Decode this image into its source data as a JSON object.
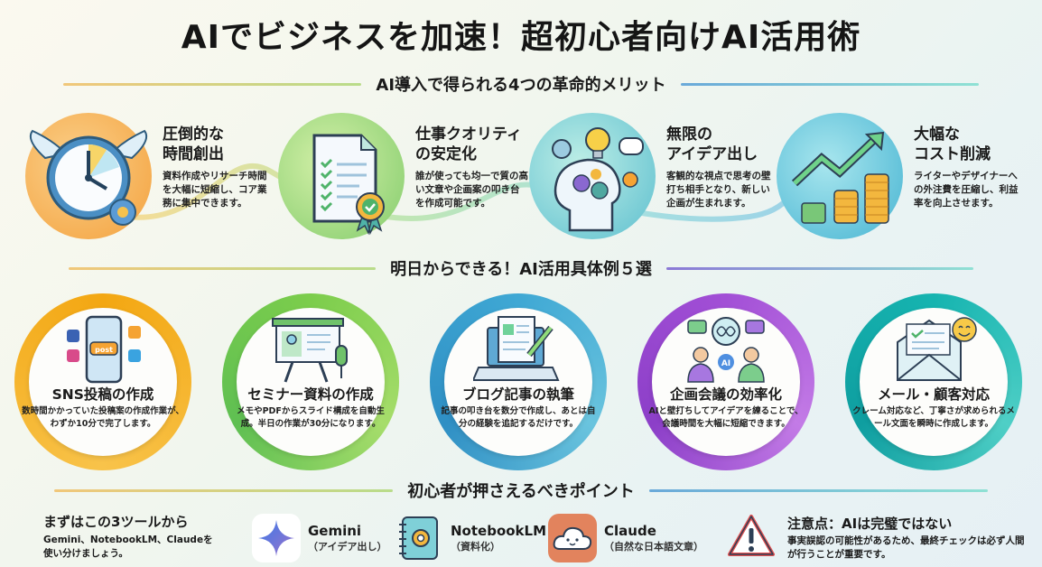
{
  "title": "AIでビジネスを加速！超初心者向けAI活用術",
  "sections": {
    "merits_heading": "AI導入で得られる4つの革命的メリット",
    "cases_heading": "明日からできる！AI活用具体例５選",
    "points_heading": "初心者が押さえるべきポイント"
  },
  "merits": [
    {
      "icon": "winged-clock-icon",
      "title1": "圧倒的な",
      "title2": "時間創出",
      "desc": "資料作成やリサーチ時間を大幅に短縮し、コア業務に集中できます。",
      "color": "#f5a33a"
    },
    {
      "icon": "checklist-document-icon",
      "title1": "仕事クオリティ",
      "title2": "の安定化",
      "desc": "誰が使っても均一で質の高い文章や企画案の叩き台を作成可能です。",
      "color": "#8fd36a"
    },
    {
      "icon": "idea-head-icon",
      "title1": "無限の",
      "title2": "アイデア出し",
      "desc": "客観的な視点で思考の壁打ち相手となり、新しい企画が生まれます。",
      "color": "#5fc6c9"
    },
    {
      "icon": "growth-coins-icon",
      "title1": "大幅な",
      "title2": "コスト削減",
      "desc": "ライターやデザイナーへの外注費を圧縮し、利益率を向上させます。",
      "color": "#4cb9d8"
    }
  ],
  "cases": [
    {
      "icon": "sns-phone-icon",
      "title": "SNS投稿の作成",
      "desc": "数時間かかっていた投稿案の作成作業が、わずか10分で完了します。",
      "color": "#f3a712",
      "badge": "post"
    },
    {
      "icon": "presentation-icon",
      "title": "セミナー資料の作成",
      "desc": "メモやPDFからスライド構成を自動生成。半日の作業が30分になります。",
      "color": "#7ccd4c"
    },
    {
      "icon": "laptop-blog-icon",
      "title": "ブログ記事の執筆",
      "desc": "記事の叩き台を数分で作成し、あとは自分の経験を追記するだけです。",
      "color": "#3fa8d4"
    },
    {
      "icon": "meeting-ai-icon",
      "title": "企画会議の効率化",
      "desc": "AIと壁打ちしてアイデアを練ることで、会議時間を大幅に短縮できます。",
      "color": "#a24fd6",
      "badge": "AI"
    },
    {
      "icon": "email-smile-icon",
      "title": "メール・顧客対応",
      "desc": "クレーム対応など、丁寧さが求められるメール文面を瞬時に作成します。",
      "color": "#16b4b0"
    }
  ],
  "points": {
    "intro_title": "まずはこの3ツールから",
    "intro_desc1": "Gemini、NotebookLM、Claudeを",
    "intro_desc2": "使い分けましょう。",
    "tools": [
      {
        "icon": "gemini-sparkle-icon",
        "name": "Gemini",
        "sub": "（アイデア出し）"
      },
      {
        "icon": "notebooklm-icon",
        "name": "NotebookLM",
        "sub": "（資料化）"
      },
      {
        "icon": "claude-cloud-icon",
        "name": "Claude",
        "sub": "（自然な日本語文章）"
      }
    ],
    "warning_title": "注意点：AIは完璧ではない",
    "warning_desc": "事実誤認の可能性があるため、最終チェックは必ず人間が行うことが重要です。"
  }
}
